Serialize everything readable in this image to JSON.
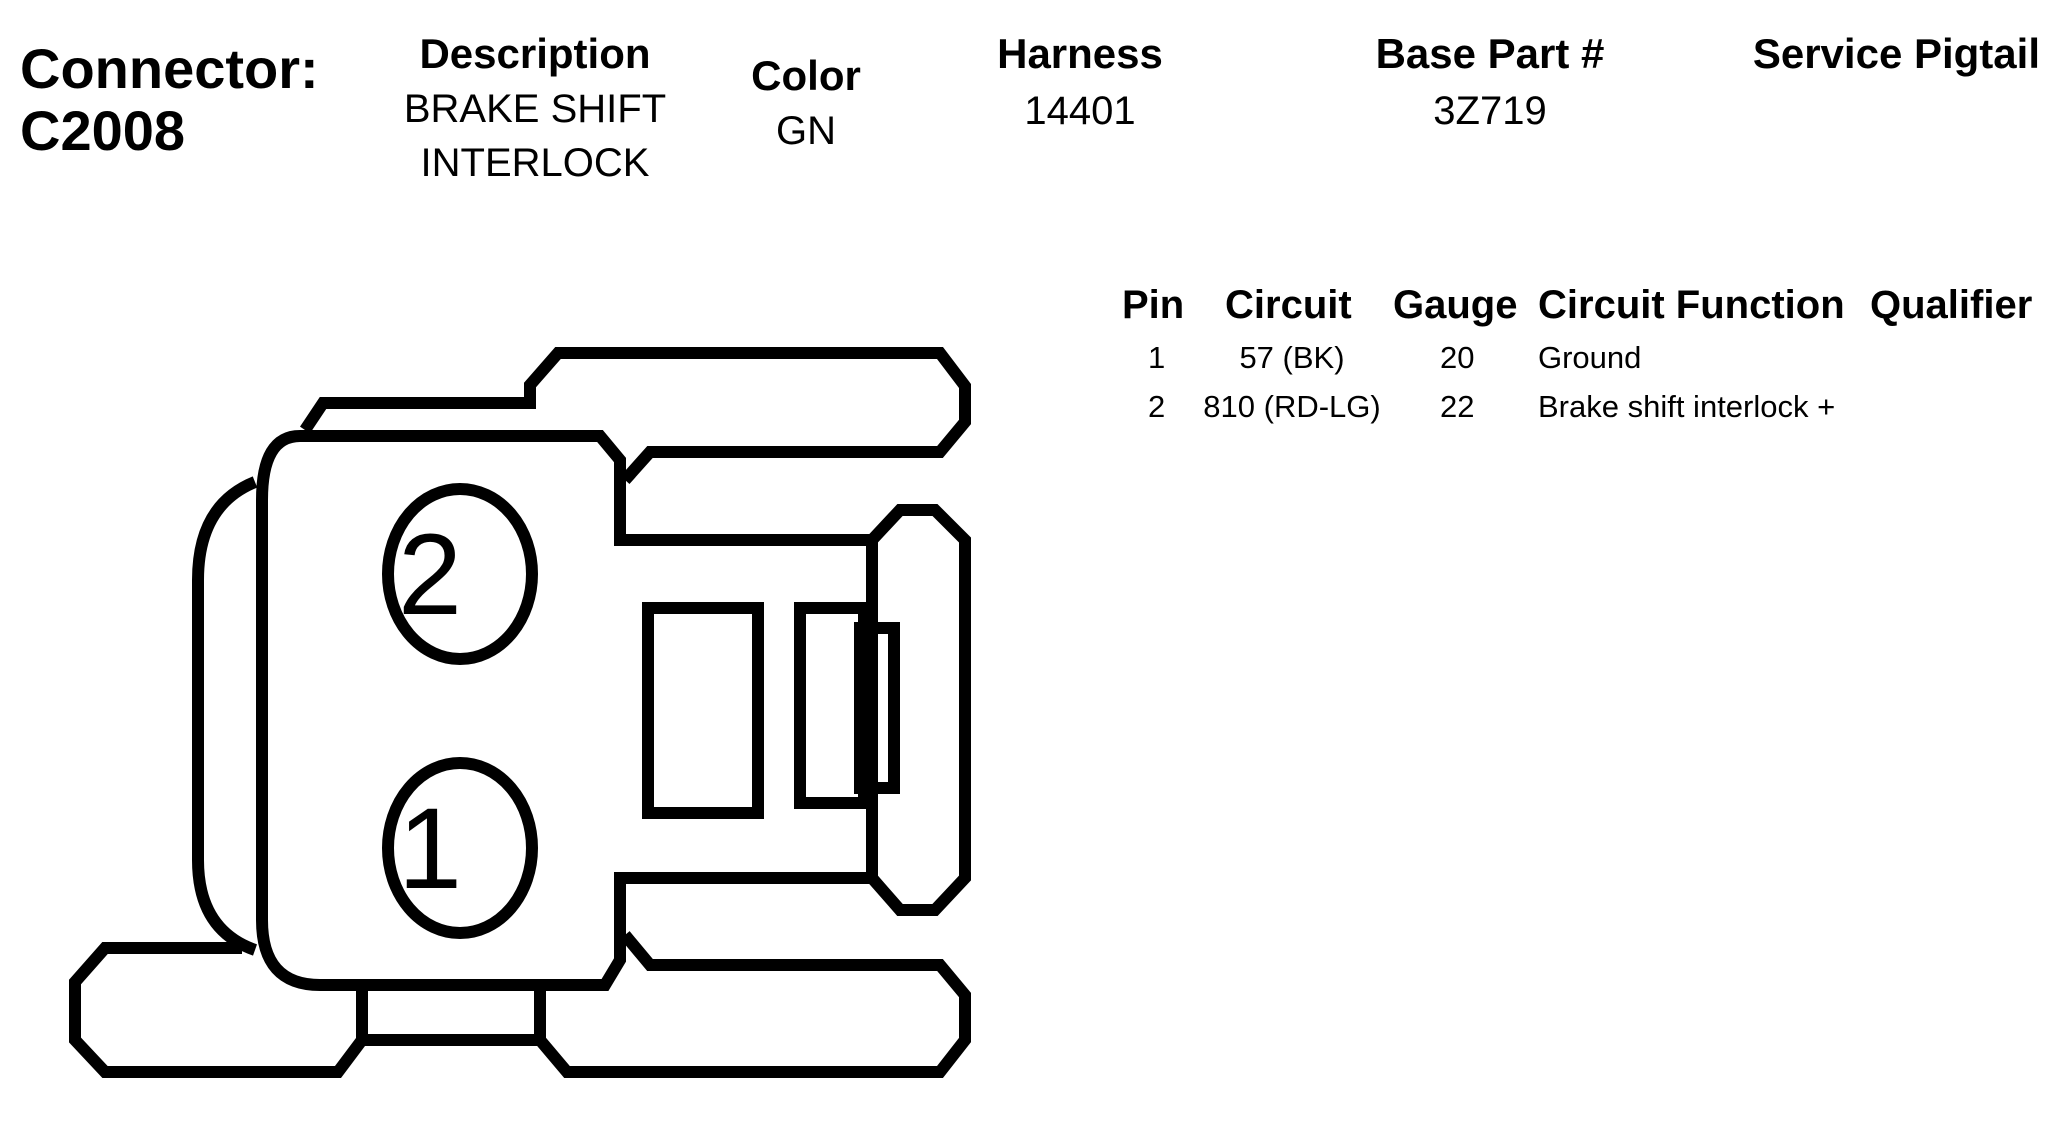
{
  "connector": {
    "label": "Connector:",
    "id": "C2008"
  },
  "info": {
    "description_header": "Description",
    "description_line1": "BRAKE SHIFT",
    "description_line2": "INTERLOCK",
    "color_header": "Color",
    "color_value": "GN",
    "harness_header": "Harness",
    "harness_value": "14401",
    "base_part_header": "Base Part #",
    "base_part_value": "3Z719",
    "service_pigtail_header": "Service Pigtail"
  },
  "pin_table": {
    "headers": [
      "Pin",
      "Circuit",
      "Gauge",
      "Circuit Function",
      "Qualifier"
    ],
    "rows": [
      {
        "pin": "1",
        "circuit": "57 (BK)",
        "gauge": "20",
        "function": "Ground"
      },
      {
        "pin": "2",
        "circuit": "810 (RD-LG)",
        "gauge": "22",
        "function": "Brake shift interlock +"
      }
    ]
  },
  "diagram": {
    "pin_labels": [
      "2",
      "1"
    ],
    "stroke_color": "#000000"
  }
}
